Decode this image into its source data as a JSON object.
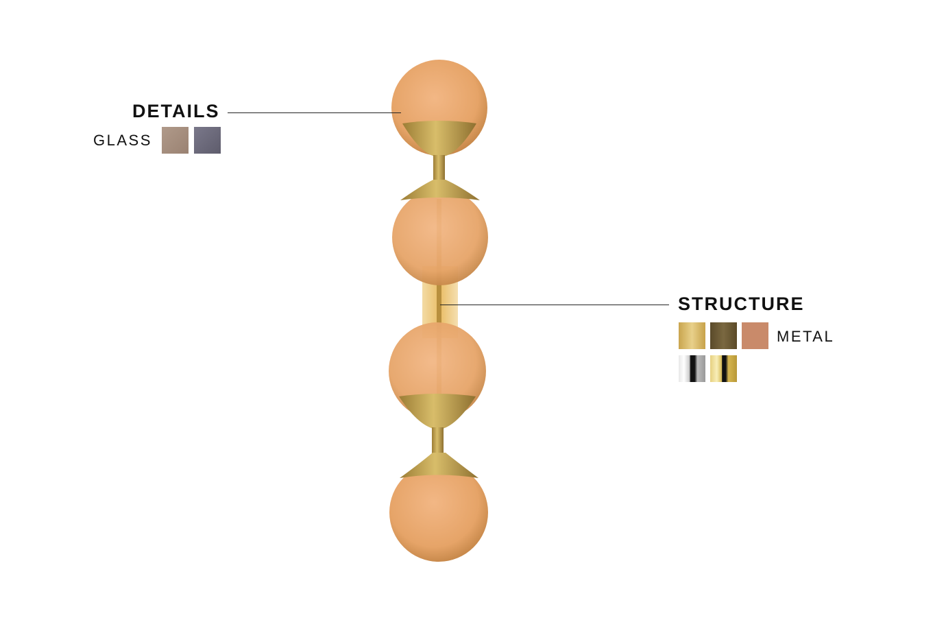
{
  "details": {
    "title": "DETAILS",
    "material_label": "GLASS",
    "swatches": [
      {
        "name": "bronze-glass",
        "color": "#a89282"
      },
      {
        "name": "smoke-glass",
        "color": "#6e6c7c"
      }
    ]
  },
  "structure": {
    "title": "STRUCTURE",
    "material_label": "METAL",
    "swatches": [
      {
        "name": "brushed-brass",
        "color": "#d4b660"
      },
      {
        "name": "antique-bronze",
        "color": "#6b5a36"
      },
      {
        "name": "copper",
        "color": "#c98a6a"
      },
      {
        "name": "polished-chrome",
        "color": "#c8c8c8"
      },
      {
        "name": "polished-gold",
        "color": "#e2cc78"
      }
    ]
  },
  "colors": {
    "glass": "#e8a66a",
    "brass": "#c2a14e"
  }
}
